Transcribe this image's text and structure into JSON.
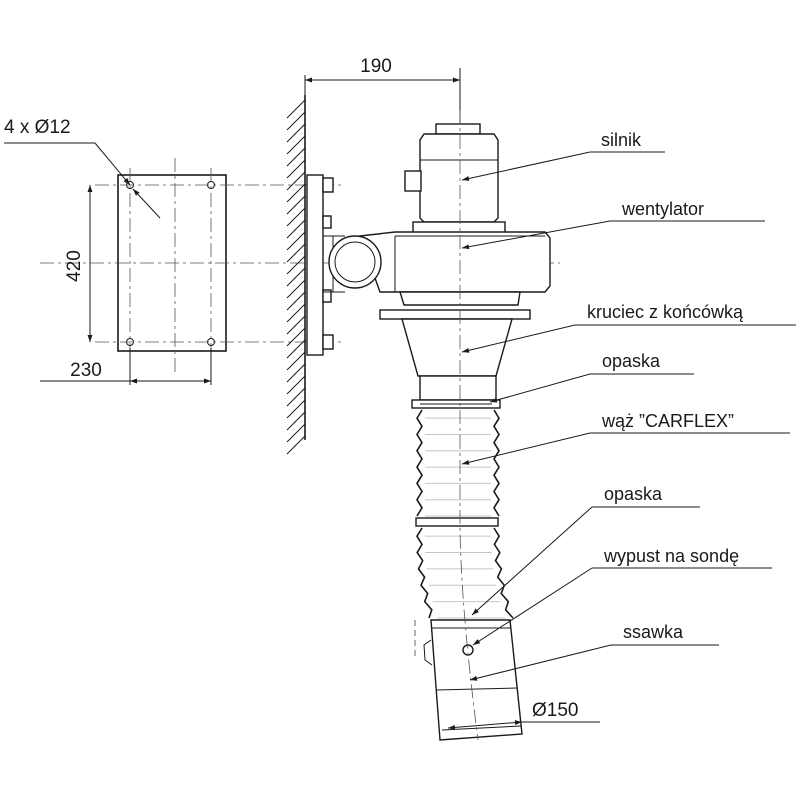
{
  "dimensions": {
    "top_width": "190",
    "plate_height": "420",
    "plate_width": "230",
    "holes": "4 x Ø12",
    "nozzle_diameter": "Ø150"
  },
  "labels": {
    "motor": "silnik",
    "fan": "wentylator",
    "stub": "kruciec z końcówką",
    "clamp_top": "opaska",
    "hose": "wąż ”CARFLEX”",
    "clamp_bottom": "opaska",
    "probe_outlet": "wypust na sondę",
    "nozzle": "ssawka"
  }
}
